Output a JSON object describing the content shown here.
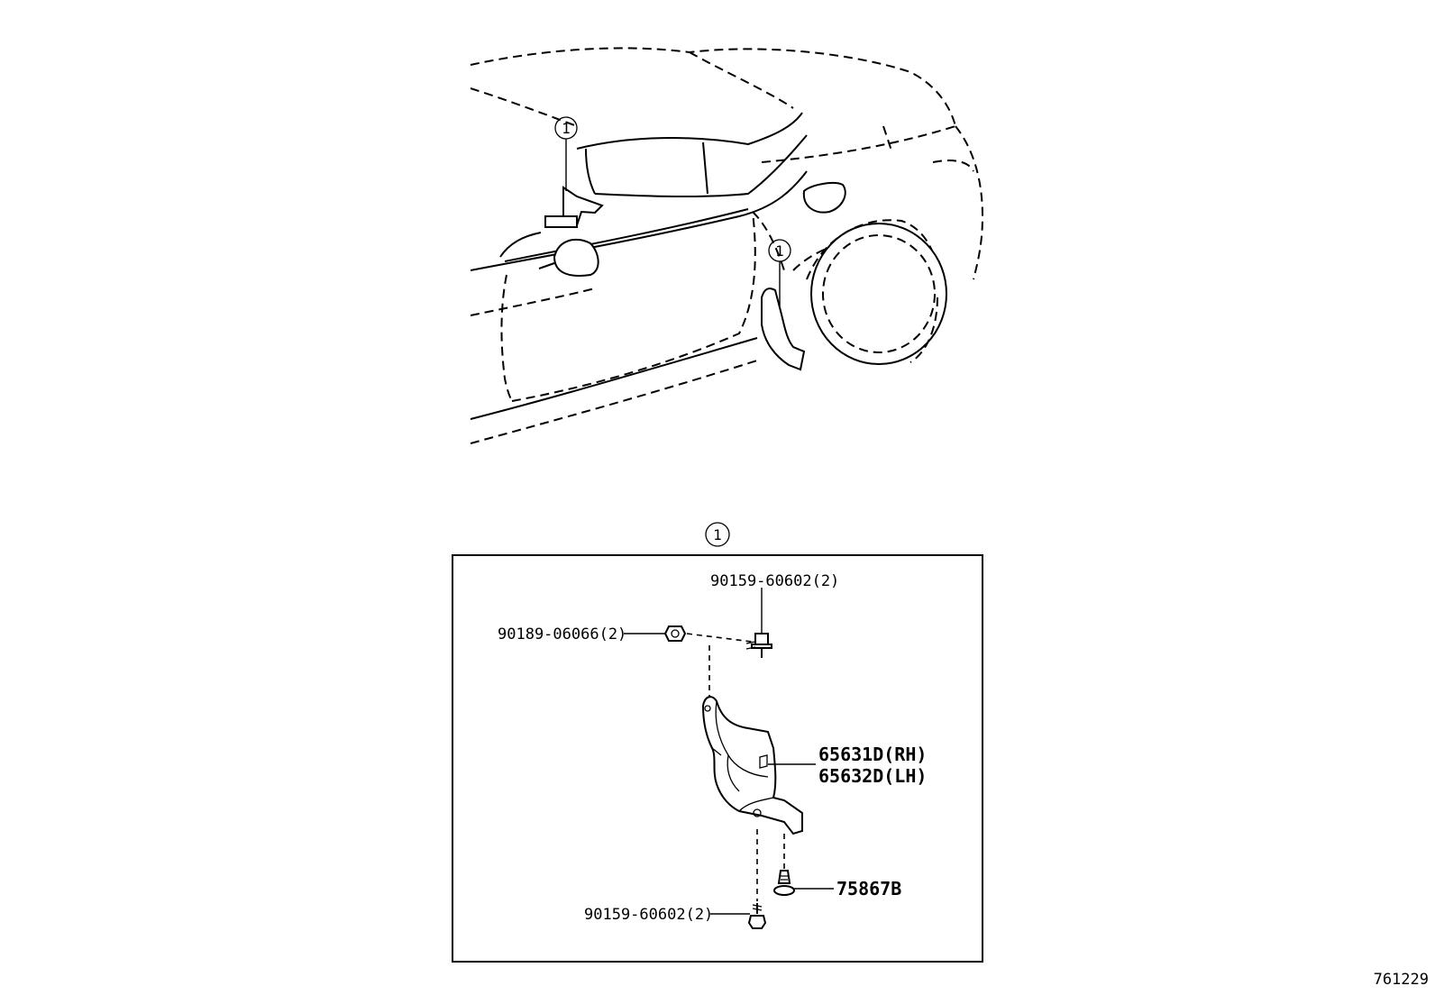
{
  "callouts": {
    "index_symbol": "1"
  },
  "parts": {
    "bolt_top": "90159-60602(2)",
    "nut_left": "90189-06066(2)",
    "splash_shield_rh": "65631D(RH)",
    "splash_shield_lh": "65632D(LH)",
    "clip": "75867B",
    "bolt_bottom": "90159-60602(2)"
  },
  "diagram_number": "761229",
  "colors": {
    "line": "#000000",
    "background": "#ffffff"
  }
}
